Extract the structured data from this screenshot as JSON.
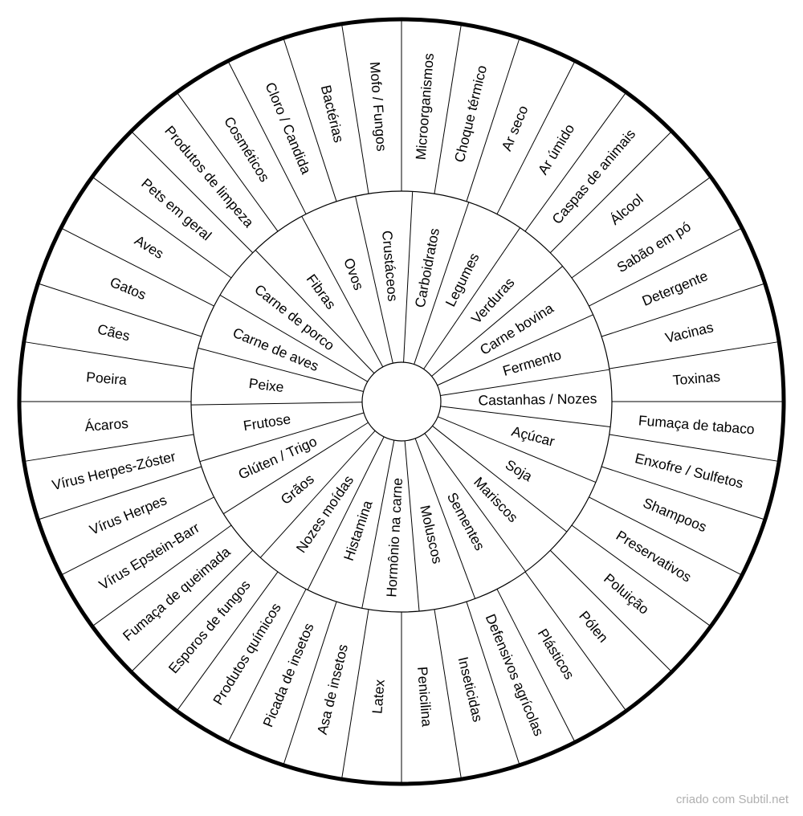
{
  "wheel": {
    "outer_ring": [
      "Microorganismos",
      "Choque térmico",
      "Ar seco",
      "Ar úmido",
      "Caspas de animais",
      "Álcool",
      "Sabão em pó",
      "Detergente",
      "Vacinas",
      "Toxinas",
      "Fumaça de tabaco",
      "Enxofre / Sulfetos",
      "Shampoos",
      "Preservativos",
      "Poluição",
      "Pólen",
      "Plásticos",
      "Defensivos agrícolas",
      "Inseticidas",
      "Penicilina",
      "Latex",
      "Asa de insetos",
      "Picada de insetos",
      "Produtos químicos",
      "Esporos de fungos",
      "Fumaça de queimada",
      "Vírus Epstein-Barr",
      "Vírus Herpes",
      "Vírus Herpes-Zóster",
      "Ácaros",
      "Poeira",
      "Cães",
      "Gatos",
      "Aves",
      "Pets em geral",
      "Produtos de limpeza",
      "Cosméticos",
      "Cloro / Candida",
      "Bactérias",
      "Mofo / Fungos"
    ],
    "inner_ring": [
      "Carboidratos",
      "Legumes",
      "Verduras",
      "Carne bovina",
      "Fermento",
      "Castanhas / Nozes",
      "Açúcar",
      "Soja",
      "Mariscos",
      "Sementes",
      "Moluscos",
      "Hormônio na carne",
      "Histamina",
      "Nozes moídas",
      "Grãos",
      "Glúten / Trigo",
      "Frutose",
      "Peixe",
      "Carne de aves",
      "Carne de porco",
      "Fibras",
      "Ovos",
      "Crustáceos"
    ]
  },
  "credit": "criado com Subtil.net"
}
